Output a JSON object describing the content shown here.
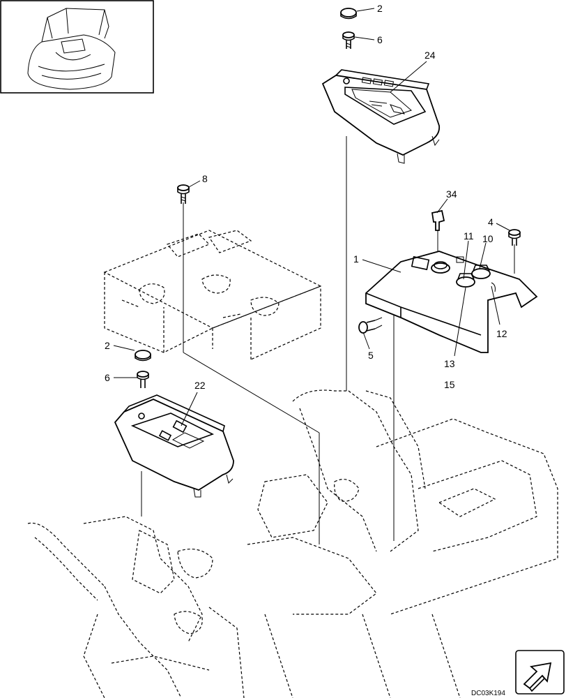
{
  "callouts": {
    "c2_top": "2",
    "c6_top": "6",
    "c24": "24",
    "c8": "8",
    "c34": "34",
    "c4": "4",
    "c11": "11",
    "c10": "10",
    "c1": "1",
    "c12": "12",
    "c5": "5",
    "c13": "13",
    "c15": "15",
    "c2_left": "2",
    "c6_left": "6",
    "c22": "22"
  },
  "drawing_code": "DC03K194"
}
